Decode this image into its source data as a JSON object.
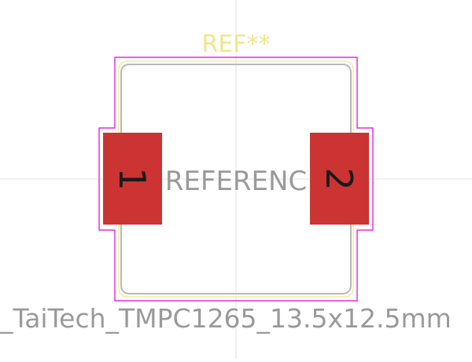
{
  "footprint": {
    "ref_text": "REF**",
    "value_text": "REFERENC",
    "footprint_name": "_TaiTech_TMPC1265_13.5x12.5mm",
    "pads": [
      {
        "number": "1"
      },
      {
        "number": "2"
      }
    ]
  },
  "colors": {
    "background": "#ffffff",
    "courtyard": "#e000e0",
    "silkscreen": "#f2e88a",
    "fab": "#b8b8b8",
    "pad": "#cc3333",
    "pad_number": "#1a1a1a",
    "crosshair": "#e2e2e2",
    "ref_text": "#f0e68c",
    "value_text": "#9a9a9a"
  }
}
